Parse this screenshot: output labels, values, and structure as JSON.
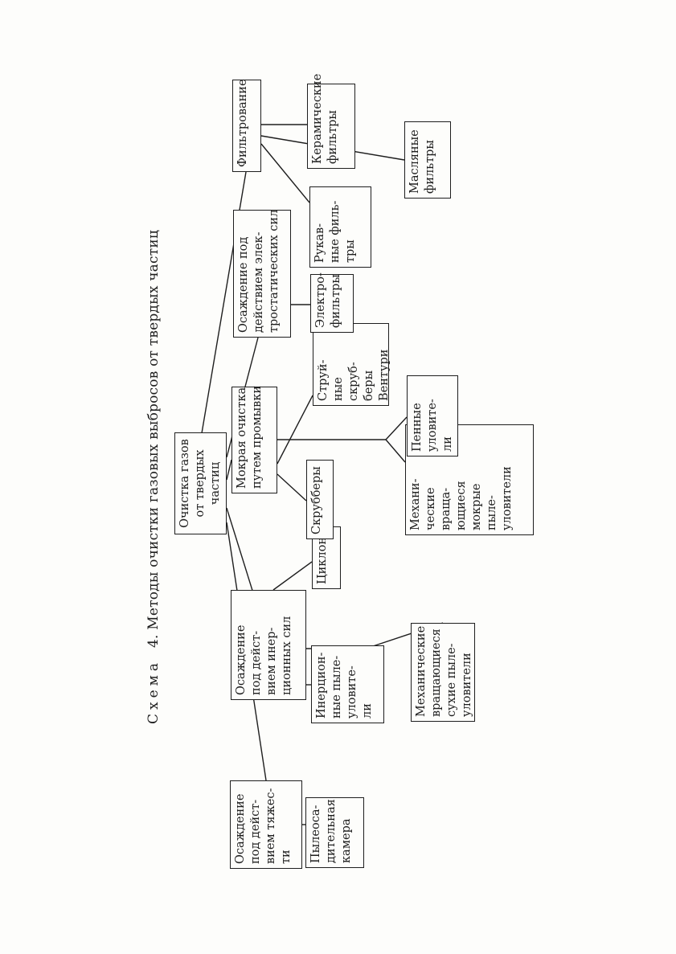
{
  "title": {
    "lead": "Схема",
    "number": "4.",
    "text": "Методы очистки газовых выбросов от твердых частиц"
  },
  "nodes": {
    "root": "Очистка газов\nот твердых\nчастиц",
    "gravity": "Осаждение\nпод дейст-\nвием тяжес-\nти",
    "settling_chamber": "Пылеоса-\nдительная\nкамера",
    "inertial": "Осаждение\nпод дейст-\nвием инер-\nционных сил",
    "cyclones": "Циклоны",
    "inertial_collectors": "Инерцион-\nные пыле-\nуловите-\nли",
    "mech_dry": "Механические\nвращающиеся\nсухие пыле-\nуловители",
    "wet": "Мокрая очистка\nпутем промывки",
    "scrubbers": "Скрубберы",
    "venturi": "Струй-\nные\nскруб-\nберы\nВентури",
    "mech_wet": "Механи-\nческие\nвраща-\nющиеся\nмокрые\nпыле-\nуловители",
    "foam": "Пенные\nуловите-\nли",
    "electro": "Осаждение под\nдействием элек-\nтростатических сил",
    "electrofilters": "Электро-\nфильтры",
    "filtration": "Фильтрование",
    "bag_filters": "Рукав-\nные филь-\nтры",
    "ceramic_filters": "Керамические\nфильтры",
    "oil_filters": "Масляные\nфильтры"
  }
}
